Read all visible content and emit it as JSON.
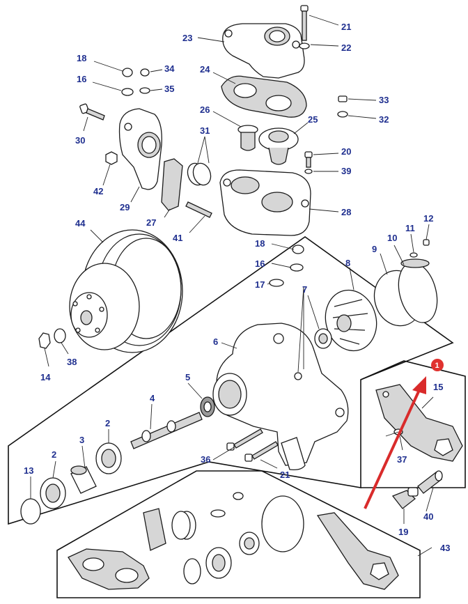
{
  "colors": {
    "callout": "#1f2f8f",
    "arrow": "#d92b2b",
    "badge": "#e0322f"
  },
  "callouts": [
    "21",
    "22",
    "23",
    "24",
    "18",
    "34",
    "16",
    "35",
    "33",
    "32",
    "26",
    "25",
    "30",
    "31",
    "20",
    "39",
    "42",
    "29",
    "27",
    "41",
    "28",
    "44",
    "18",
    "12",
    "11",
    "10",
    "16",
    "9",
    "17",
    "8",
    "7",
    "6",
    "14",
    "38",
    "5",
    "4",
    "3",
    "2",
    "2",
    "13",
    "36",
    "21",
    "37",
    "15",
    "40",
    "19",
    "43"
  ],
  "badge": "1"
}
